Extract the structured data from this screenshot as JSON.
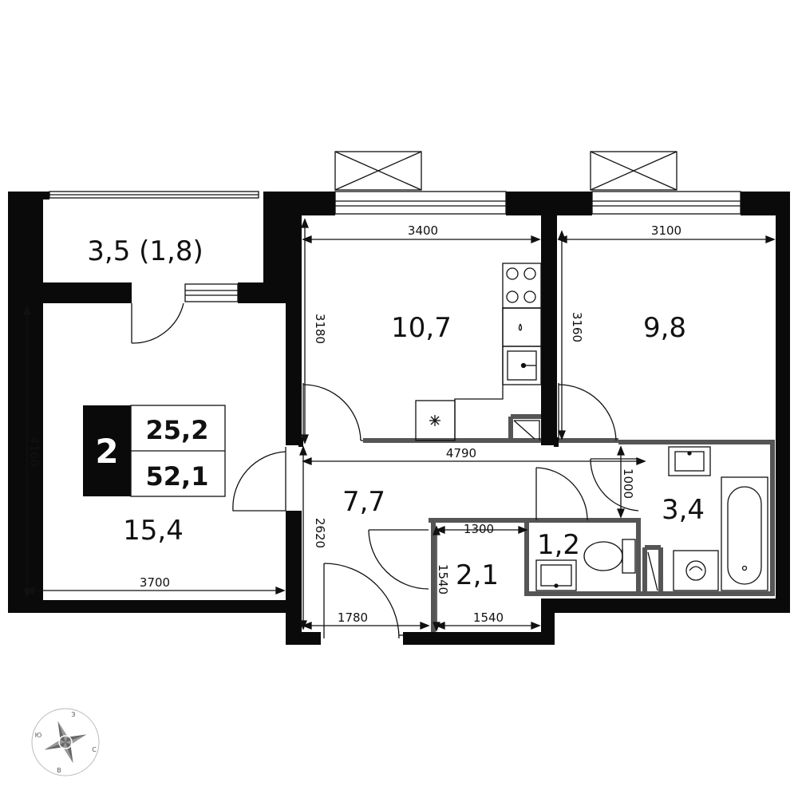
{
  "apartment": {
    "rooms": "2",
    "living_area": "25,2",
    "total_area": "52,1"
  },
  "rooms": {
    "balcony_area": "3,5 (1,8)",
    "living_room_area": "15,4",
    "kitchen_area": "10,7",
    "bedroom_area": "9,8",
    "hall_area": "7,7",
    "storage_area": "2,1",
    "wc_area": "1,2",
    "bathroom_area": "3,4"
  },
  "dimensions": {
    "kitchen_width": "3400",
    "kitchen_depth": "3180",
    "bedroom_width": "3100",
    "bedroom_depth": "3160",
    "living_depth": "4160",
    "living_width": "3700",
    "corridor_length": "4790",
    "hall_depth": "2620",
    "hall_width": "1780",
    "storage_width_top": "1300",
    "storage_depth": "1540",
    "storage_width_bottom": "1540",
    "bath_offset": "1000"
  },
  "compass": {
    "north": "З",
    "east": "С",
    "south": "В",
    "west": "Ю"
  },
  "icons": {
    "stove": "stove-icon",
    "sink": "sink-icon",
    "toilet": "toilet-icon",
    "bathtub": "bathtub-icon",
    "washer": "washing-machine-icon",
    "fan": "ventilation-icon",
    "compass": "compass-icon"
  }
}
